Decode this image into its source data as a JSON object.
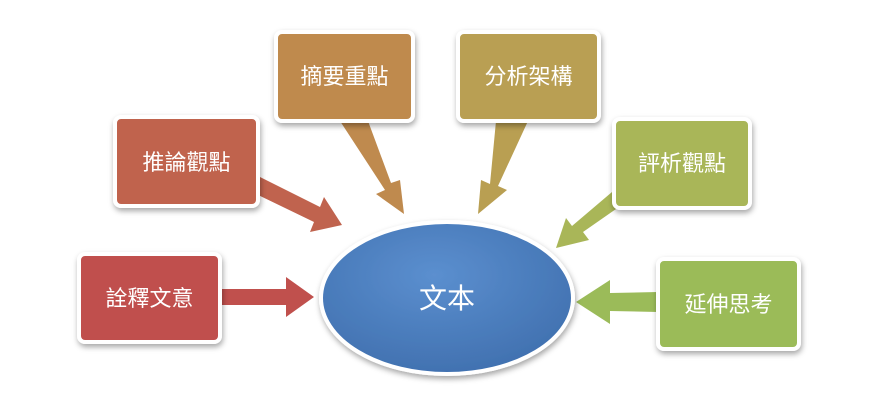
{
  "center": {
    "label": "文本",
    "color": "#4f81bd"
  },
  "nodes": [
    {
      "id": "interpret",
      "label": "詮釋文意",
      "color": "#c0504d"
    },
    {
      "id": "infer",
      "label": "推論觀點",
      "color": "#c0634e"
    },
    {
      "id": "summarize",
      "label": "摘要重點",
      "color": "#bf8a4e"
    },
    {
      "id": "analyze",
      "label": "分析架構",
      "color": "#b99f52"
    },
    {
      "id": "evaluate",
      "label": "評析觀點",
      "color": "#a9b658"
    },
    {
      "id": "extend",
      "label": "延伸思考",
      "color": "#9bbb59"
    }
  ]
}
